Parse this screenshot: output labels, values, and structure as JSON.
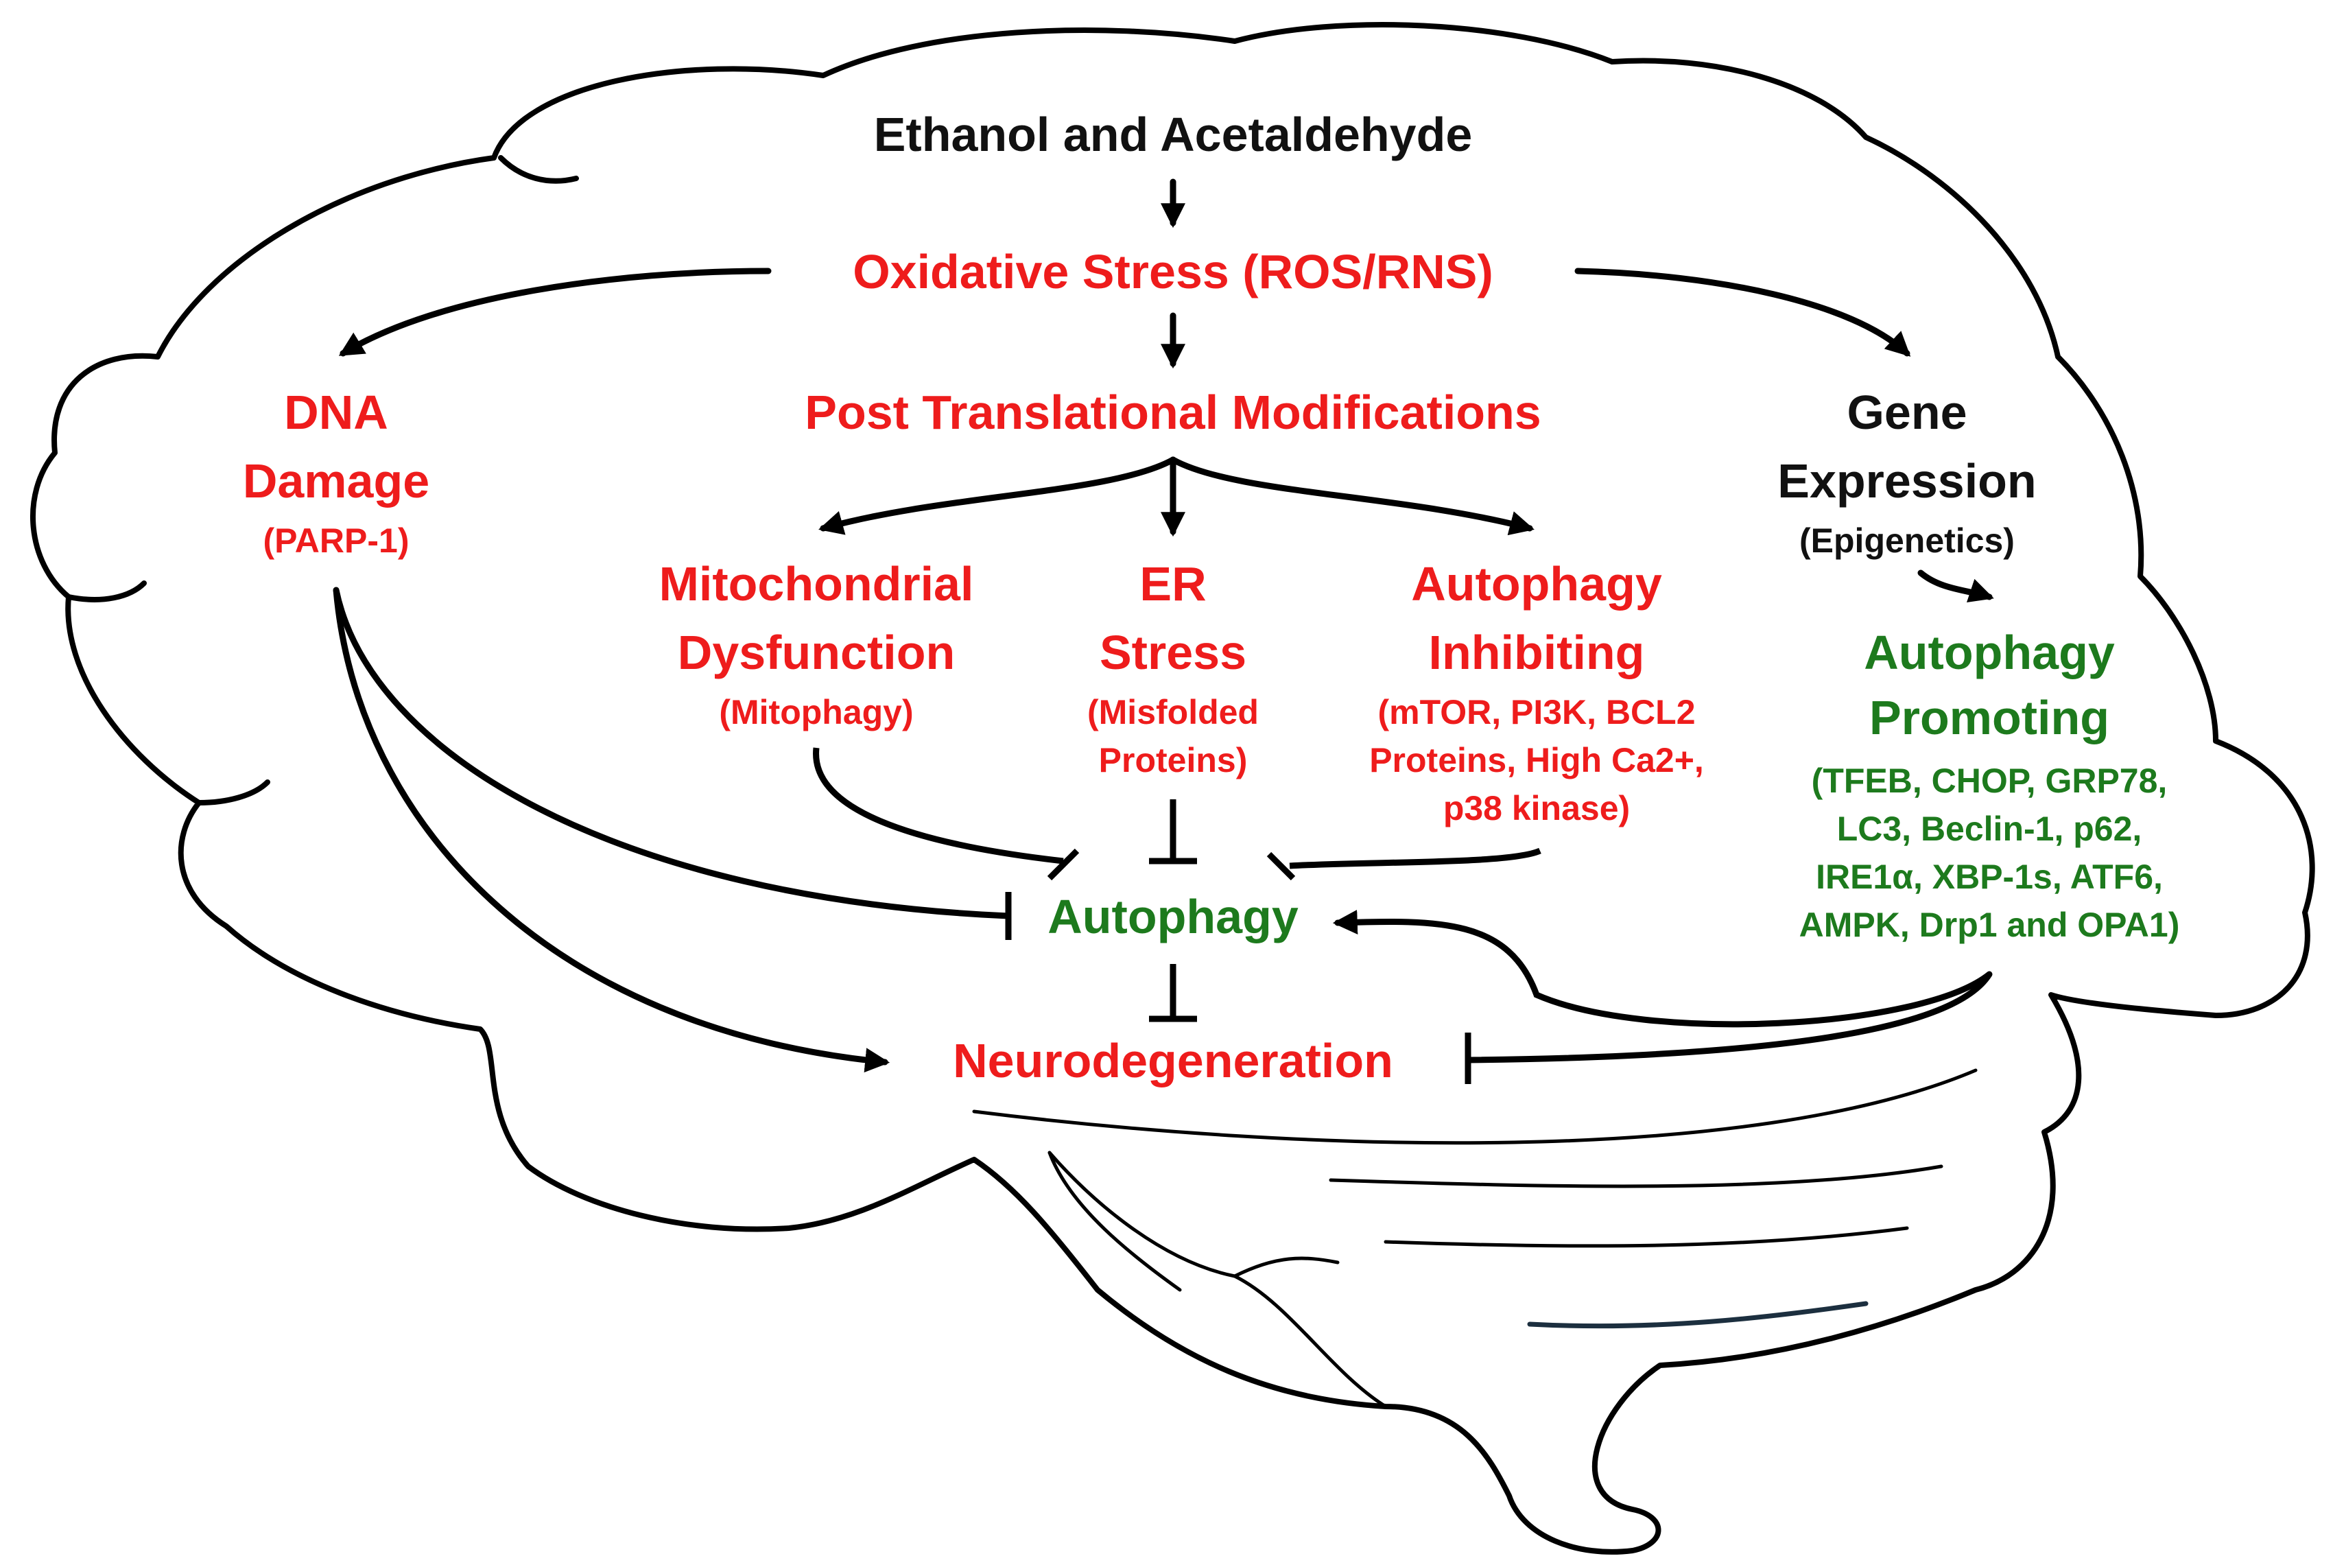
{
  "labels": {
    "ethanol": "Ethanol and Acetaldehyde",
    "oxidative_stress": "Oxidative Stress (ROS/RNS)",
    "ptm": "Post Translational Modifications",
    "dna_damage_1": "DNA",
    "dna_damage_2": "Damage",
    "dna_damage_sub": "(PARP-1)",
    "gene_expr_1": "Gene",
    "gene_expr_2": "Expression",
    "gene_expr_sub": "(Epigenetics)",
    "mito_1": "Mitochondrial",
    "mito_2": "Dysfunction",
    "mito_sub": "(Mitophagy)",
    "er_1": "ER",
    "er_2": "Stress",
    "er_sub_1": "(Misfolded",
    "er_sub_2": "Proteins)",
    "auto_inhib_1": "Autophagy",
    "auto_inhib_2": "Inhibiting",
    "auto_inhib_sub_1": "(mTOR, PI3K, BCL2",
    "auto_inhib_sub_2": "Proteins, High Ca2+,",
    "auto_inhib_sub_3": "p38 kinase)",
    "auto_promo_1": "Autophagy",
    "auto_promo_2": "Promoting",
    "auto_promo_sub_1": "(TFEB, CHOP, GRP78,",
    "auto_promo_sub_2": "LC3, Beclin-1, p62,",
    "auto_promo_sub_3": "IRE1α, XBP-1s, ATF6,",
    "auto_promo_sub_4": "AMPK, Drp1 and OPA1)",
    "autophagy": "Autophagy",
    "neurodegeneration": "Neurodegeneration"
  },
  "colors": {
    "black": "#111111",
    "red": "#ee1c1c",
    "green": "#1d7a1d"
  }
}
